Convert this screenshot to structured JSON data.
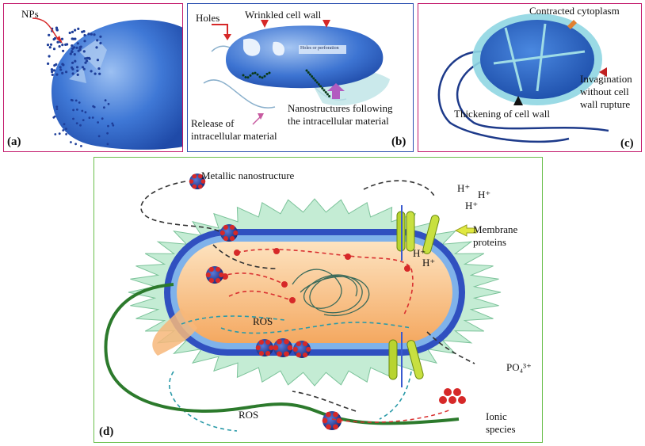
{
  "panels": {
    "a": {
      "tag": "(a)",
      "labels": {
        "nps": "NPs"
      }
    },
    "b": {
      "tag": "(b)",
      "labels": {
        "holes": "Holes",
        "wrinkled": "Wrinkled cell wall",
        "perforation": "Holes or perforation",
        "nanostructures_l1": "Nanostructures following",
        "nanostructures_l2": "the intracellular material",
        "release_l1": "Release of",
        "release_l2": "intracellular material"
      }
    },
    "c": {
      "tag": "(c)",
      "labels": {
        "contracted": "Contracted cytoplasm",
        "invagination_l1": "Invagination",
        "invagination_l2": "without cell",
        "invagination_l3": "wall rupture",
        "thickening": "Thickening of cell wall"
      }
    },
    "d": {
      "tag": "(d)",
      "labels": {
        "metallic": "Metallic nanostructure",
        "hplus_1": "H⁺",
        "hplus_2": "H⁺",
        "hplus_3": "H⁺",
        "hplus_4": "H⁺",
        "hplus_5": "H⁺",
        "membrane_l1": "Membrane",
        "membrane_l2": "proteins",
        "ros_inner": "ROS",
        "ros_outer": "ROS",
        "po4": "PO₄³⁺",
        "ionic_l1": "Ionic",
        "ionic_l2": "species"
      }
    }
  },
  "colors": {
    "cell_blue": "#3a6fd0",
    "frame_magenta": "#c2186b",
    "frame_blue": "#2a4fb0",
    "frame_green": "#6abf4b",
    "nanoparticle_red": "#d62828",
    "arrow_red": "#d93030",
    "arrow_teal": "#2a9aa8",
    "cytoplasm_orange": "#f7b77a",
    "membrane_green": "#b8e6c8",
    "flagellum_green": "#2c7a2c"
  }
}
